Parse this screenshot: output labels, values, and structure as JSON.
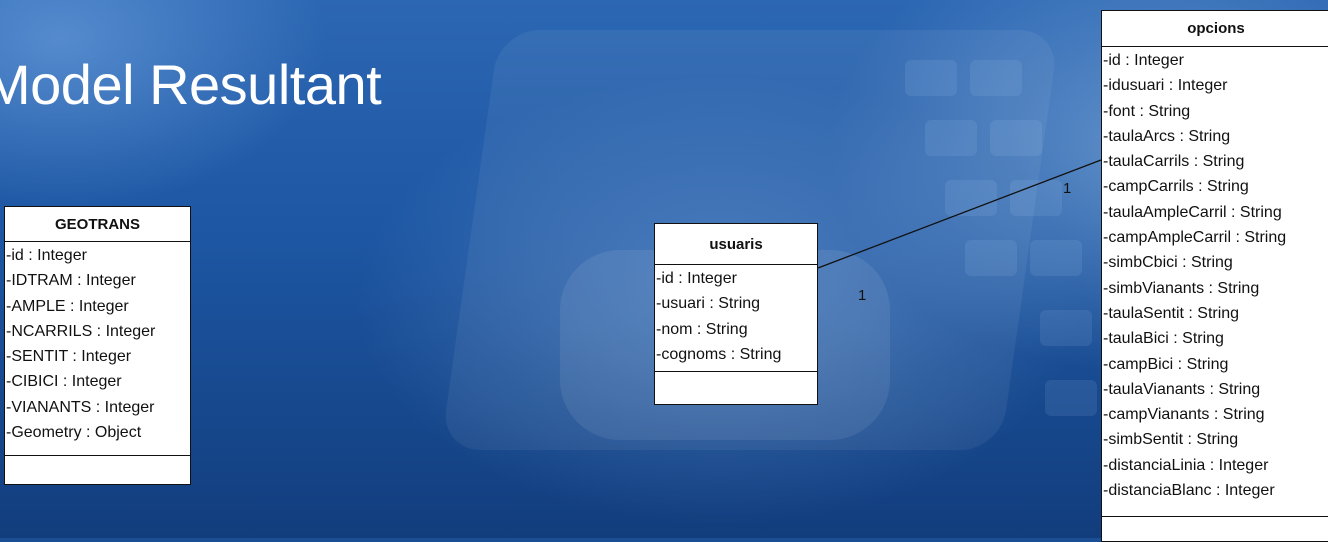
{
  "slide": {
    "title": "Model Resultant"
  },
  "classes": {
    "geotrans": {
      "name": "GEOTRANS",
      "attributes": [
        "-id : Integer",
        "-IDTRAM : Integer",
        "-AMPLE : Integer",
        "-NCARRILS : Integer",
        "-SENTIT : Integer",
        "-CIBICI : Integer",
        "-VIANANTS : Integer",
        "-Geometry : Object"
      ]
    },
    "usuaris": {
      "name": "usuaris",
      "attributes": [
        "-id : Integer",
        "-usuari : String",
        "-nom : String",
        "-cognoms : String"
      ]
    },
    "opcions": {
      "name": "opcions",
      "attributes": [
        "-id : Integer",
        "-idusuari : Integer",
        "-font : String",
        "-taulaArcs : String",
        "-taulaCarrils : String",
        "-campCarrils : String",
        "-taulaAmpleCarril : String",
        "-campAmpleCarril : String",
        "-simbCbici : String",
        "-simbVianants : String",
        "-taulaSentit : String",
        "-taulaBici : String",
        "-campBici : String",
        "-taulaVianants : String",
        "-campVianants : String",
        "-simbSentit : String",
        "-distanciaLinia : Integer",
        "-distanciaBlanc : Integer"
      ]
    }
  },
  "association": {
    "from": "usuaris",
    "to": "opcions",
    "multiplicity_usuaris": "1",
    "multiplicity_opcions": "1"
  }
}
